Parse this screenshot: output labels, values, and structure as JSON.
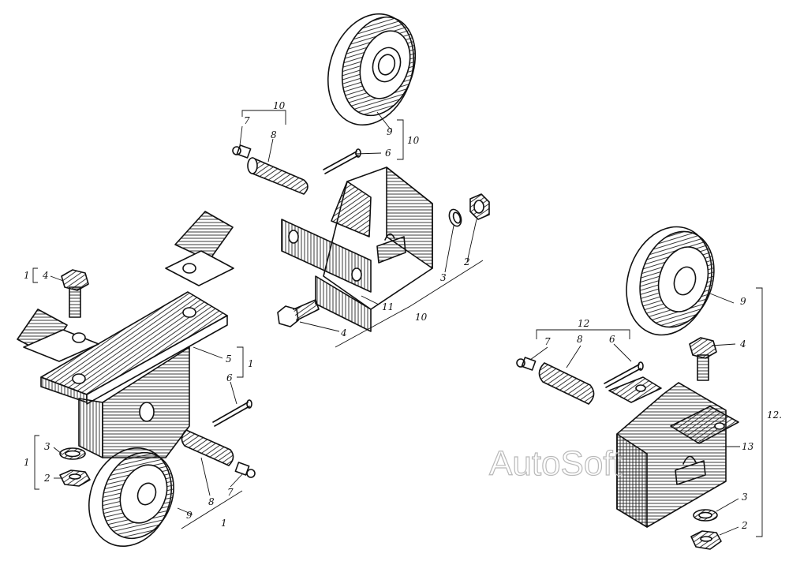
{
  "labels": {
    "top_10_left": "10",
    "top_7": "7",
    "top_8": "8",
    "top_9": "9",
    "top_6": "6",
    "top_10_right": "10",
    "top_3": "3",
    "top_2": "2",
    "top_4": "4",
    "top_11": "11",
    "top_10_bottom": "10",
    "left_1_top": "1",
    "left_4": "4",
    "left_5": "5",
    "left_1_mid": "1",
    "left_6": "6",
    "left_1_lower": "1",
    "left_3": "3",
    "left_2": "2",
    "left_8": "8",
    "left_7": "7",
    "left_9": "9",
    "left_1_bottom": "1",
    "right_12_top": "12",
    "right_7": "7",
    "right_8": "8",
    "right_6": "6",
    "right_9": "9",
    "right_4": "4",
    "right_12_side": "12.",
    "right_13": "13",
    "right_3": "3",
    "right_2": "2"
  },
  "watermark": "AutoSoft"
}
